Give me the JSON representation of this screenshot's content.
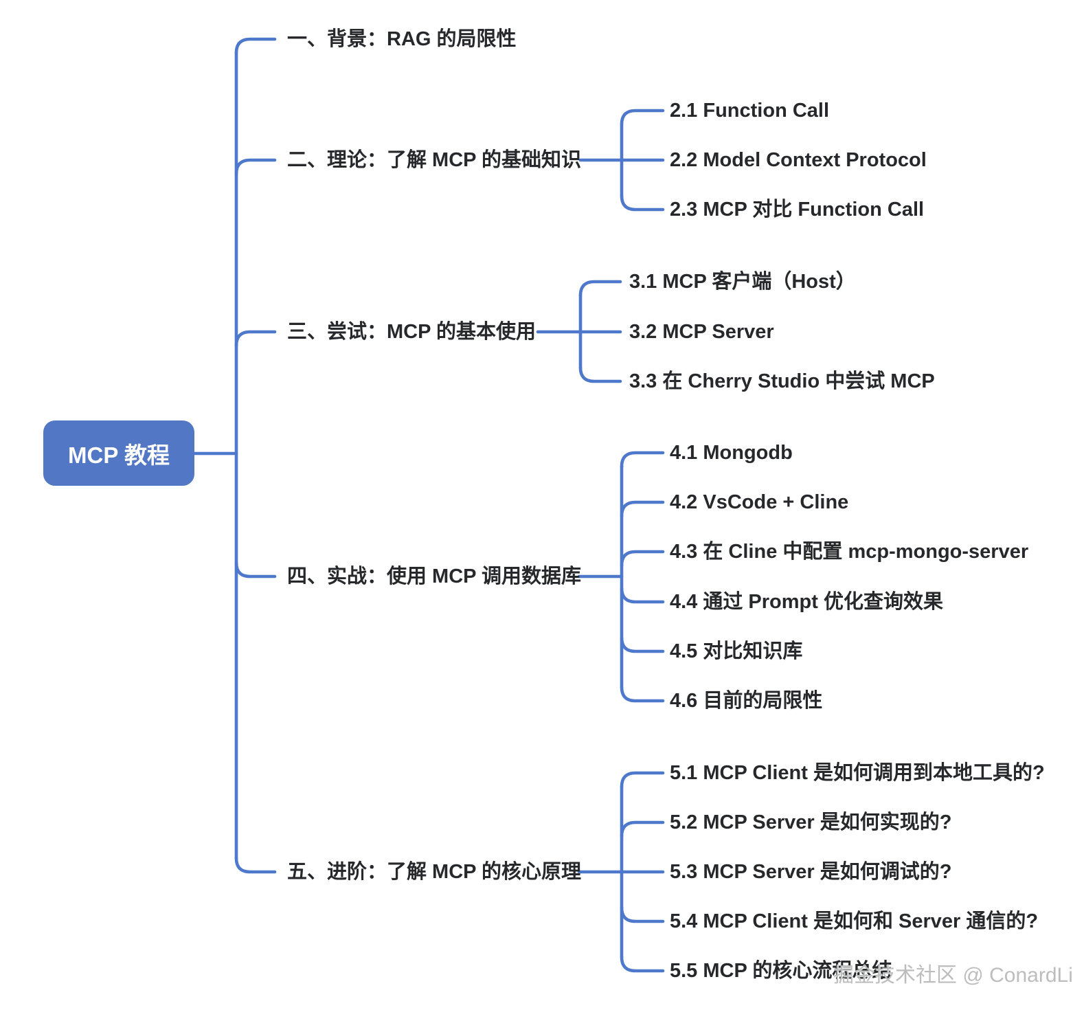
{
  "root": {
    "label": "MCP 教程"
  },
  "branches": [
    {
      "label": "一、背景：RAG 的局限性",
      "children": []
    },
    {
      "label": "二、理论：了解 MCP 的基础知识",
      "children": [
        {
          "label": "2.1 Function Call"
        },
        {
          "label": "2.2 Model Context Protocol"
        },
        {
          "label": "2.3 MCP 对比 Function Call"
        }
      ]
    },
    {
      "label": "三、尝试：MCP 的基本使用",
      "children": [
        {
          "label": "3.1 MCP 客户端（Host）"
        },
        {
          "label": "3.2 MCP Server"
        },
        {
          "label": "3.3 在 Cherry Studio 中尝试 MCP"
        }
      ]
    },
    {
      "label": "四、实战：使用 MCP 调用数据库",
      "children": [
        {
          "label": "4.1 Mongodb"
        },
        {
          "label": "4.2 VsCode + Cline"
        },
        {
          "label": "4.3 在 Cline 中配置 mcp-mongo-server"
        },
        {
          "label": "4.4 通过 Prompt 优化查询效果"
        },
        {
          "label": "4.5 对比知识库"
        },
        {
          "label": "4.6 目前的局限性"
        }
      ]
    },
    {
      "label": "五、进阶：了解 MCP 的核心原理",
      "children": [
        {
          "label": "5.1 MCP Client 是如何调用到本地工具的?"
        },
        {
          "label": "5.2 MCP Server 是如何实现的?"
        },
        {
          "label": "5.3 MCP Server 是如何调试的?"
        },
        {
          "label": "5.4 MCP Client 是如何和 Server 通信的?"
        },
        {
          "label": "5.5 MCP 的核心流程总结"
        }
      ]
    }
  ],
  "watermark": {
    "text": "掘金技术社区 @ ConardLi"
  },
  "colors": {
    "node_fill": "#5277C5",
    "node_text": "#FFFFFF",
    "line": "#4D78CB",
    "text": "#26282B",
    "watermark": "#BDBDBD"
  }
}
